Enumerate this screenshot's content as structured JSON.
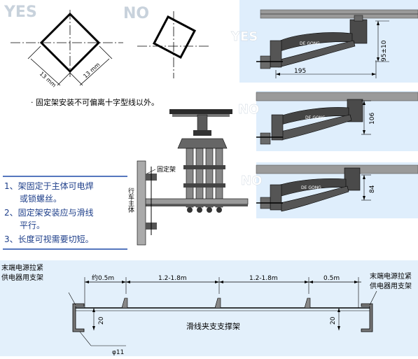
{
  "colors": {
    "panel_bg": "#dfeefc",
    "bottom_bg": "#e3f0fb",
    "accent_line": "#1f4aa8",
    "text_blue": "#1e3f8a",
    "rail_gray": "#8a8a8a",
    "arm_dark": "#3d3d3d"
  },
  "top_left": {
    "yes_label": "YES",
    "no_label": "NO",
    "dim_left": "13 mm",
    "dim_right": "13 mm",
    "note": "· 固定架安装不可偏离十字型线以外。"
  },
  "right_panels": {
    "panel1": {
      "badge": "YES",
      "brand": "DE GONG",
      "dim_vertical": "95±10",
      "dim_horizontal": "195"
    },
    "panel2": {
      "badge": "NO",
      "brand": "DE GONG",
      "dim_vertical": "106"
    },
    "panel3": {
      "badge": "NO",
      "brand": "DE GONG",
      "dim_vertical": "84"
    }
  },
  "middle": {
    "bracket_label": "固定架",
    "body_label": "行车主体"
  },
  "instructions": [
    "1、架固定于主体可电焊",
    "或锁螺丝。",
    "2、固定架安装应与滑线",
    "平行。",
    "3、长度可视需要切短。"
  ],
  "bottom": {
    "left_label_line1": "末端电源拉紧",
    "left_label_line2": "供电器用支架",
    "right_label_line1": "末端电源拉紧",
    "right_label_line2": "供电器用支架",
    "span1": "约0.5m",
    "span2": "1.2-1.8m",
    "span3": "1.2-1.8m",
    "span4": "0.5m",
    "left_height": "20",
    "right_height": "20",
    "hole": "φ11",
    "center_label": "滑线夹支支撑架"
  }
}
